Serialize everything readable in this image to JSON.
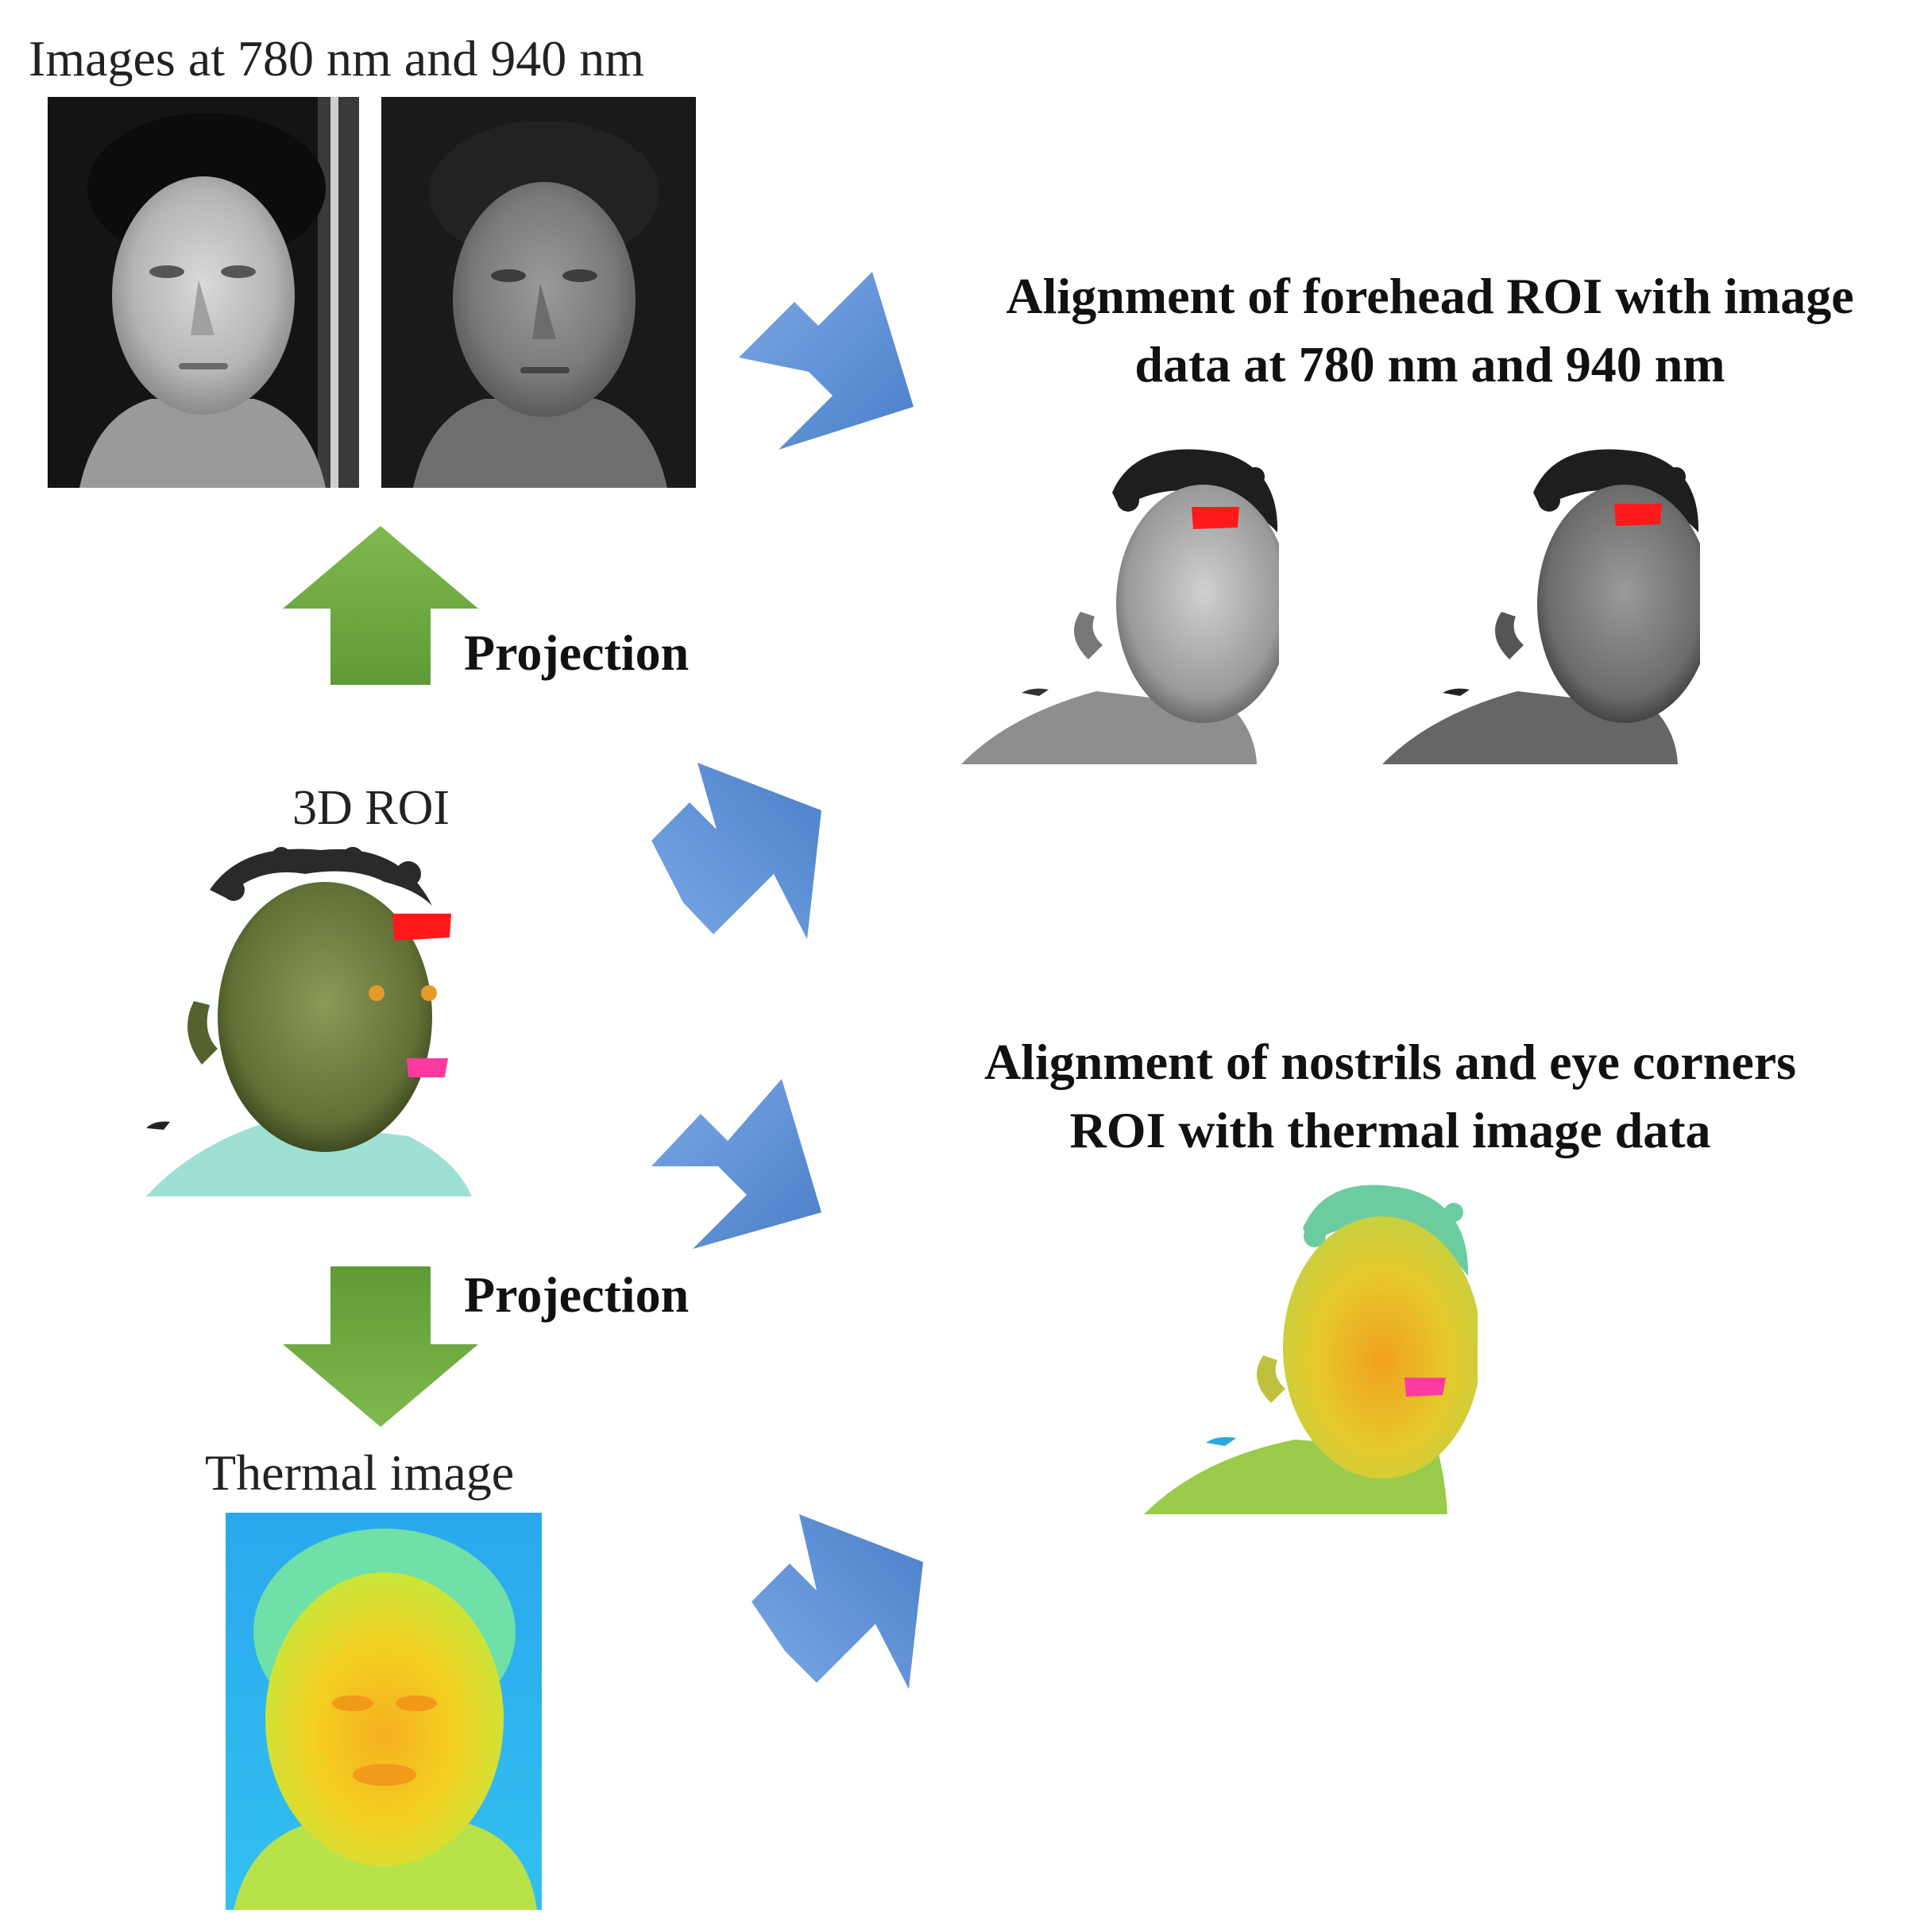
{
  "labels": {
    "images_title": "Images at 780 nm and 940 nm",
    "projection_top": "Projection",
    "roi_3d": "3D ROI",
    "projection_bottom": "Projection",
    "thermal_image": "Thermal image",
    "forehead_alignment": [
      "Alignment of forehead ROI with image",
      "data at 780 nm and 940 nm"
    ],
    "nostril_alignment": [
      "Alignment of nostrils and eye corners",
      "ROI with thermal image data"
    ]
  },
  "images": {
    "face_780": "face-photo-780nm",
    "face_940": "face-photo-940nm",
    "roi_3d_model": "3d-face-model-with-roi",
    "thermal": "thermal-face-image",
    "aligned_780": "aligned-3d-face-780nm",
    "aligned_940": "aligned-3d-face-940nm",
    "aligned_thermal": "aligned-3d-face-thermal"
  },
  "colors": {
    "blue_arrow": "#5b8fd6",
    "green_arrow": "#6ea742",
    "forehead_roi": "#ff1a1a",
    "nostril_roi": "#ff3aa0",
    "model_skin": "#6f7e46",
    "thermal_bg": "#2fb4f0",
    "thermal_face": "#f4d21c"
  }
}
